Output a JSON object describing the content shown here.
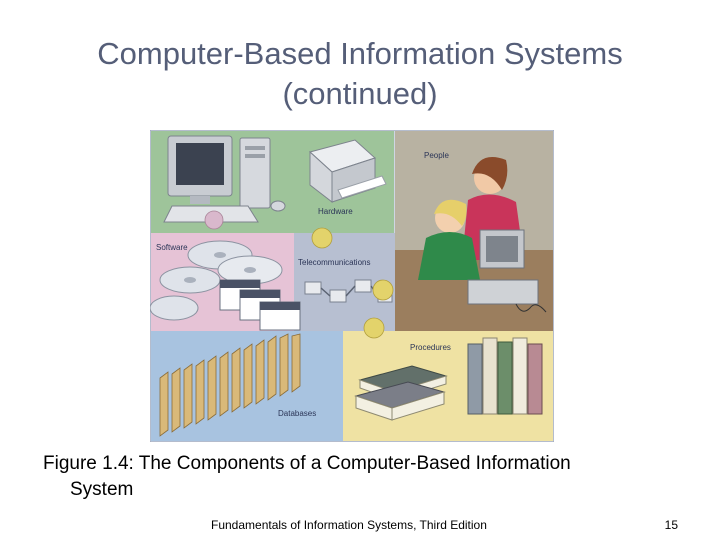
{
  "slide": {
    "title_line1": "Computer-Based Information Systems",
    "title_line2": "(continued)",
    "figure": {
      "labels": {
        "people": "People",
        "hardware": "Hardware",
        "software": "Software",
        "telecommunications": "Telecommunications",
        "procedures": "Procedures",
        "databases": "Databases"
      }
    },
    "caption_line1": "Figure 1.4: The Components of a Computer-Based Information",
    "caption_line2": "System",
    "footer": "Fundamentals of Information Systems, Third Edition",
    "page_number": "15"
  }
}
